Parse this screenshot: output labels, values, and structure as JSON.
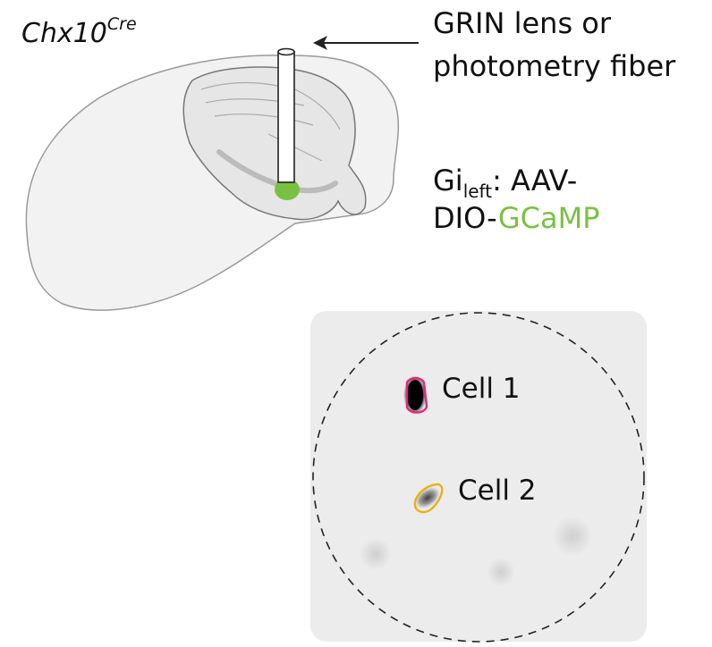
{
  "title": {
    "main": "Chx10",
    "superscript": "Cre"
  },
  "implant_label": {
    "line1": "GRIN lens or",
    "line2": "photometry fiber"
  },
  "injection_label": {
    "prefix": "Gi",
    "subscript": "left",
    "suffix": ": AAV-",
    "line2_prefix": "DIO-",
    "line2_highlight": "GCaMP"
  },
  "image_panel": {
    "cells": [
      {
        "label": "Cell 1",
        "outline_color": "#e6267a"
      },
      {
        "label": "Cell 2",
        "outline_color": "#e8b10f"
      }
    ]
  },
  "colors": {
    "injection_site": "#7ac143",
    "highlight_text": "#7ac143"
  }
}
